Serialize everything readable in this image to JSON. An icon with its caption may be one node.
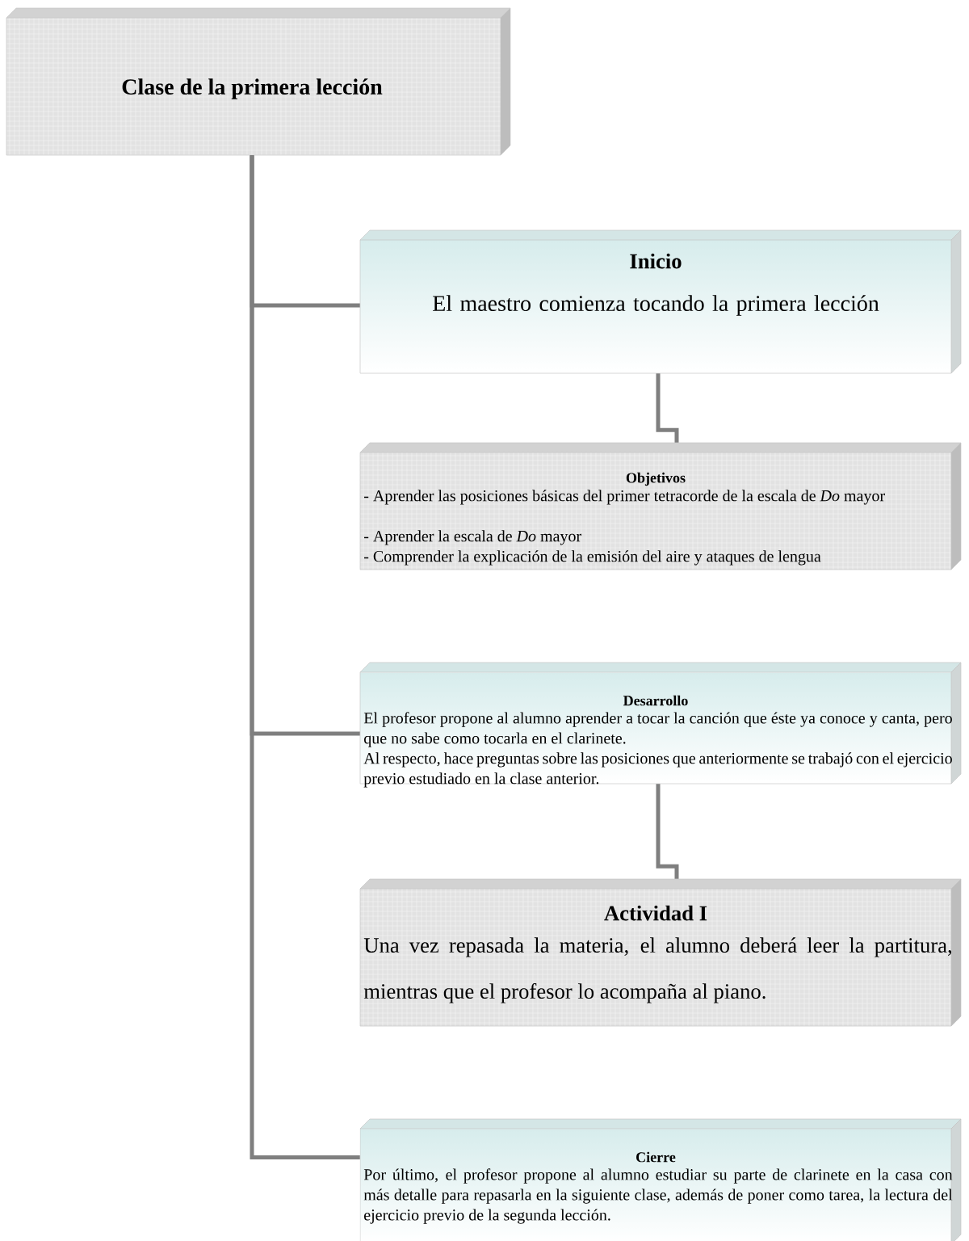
{
  "diagram": {
    "nodes": [
      {
        "text": [
          "Clase de la primera lección"
        ]
      },
      {
        "text": [
          "Inicio",
          "El maestro comienza tocando la primera lección"
        ]
      },
      {
        "text": [
          "Objetivos",
          "- Aprender las posiciones básicas del primer tetracorde de la escala de *Do* mayor",
          "- Aprender la escala de *Do* mayor",
          "- Comprender la explicación de la emisión del aire y ataques de lengua"
        ]
      },
      {
        "text": [
          "Desarrollo",
          "El profesor propone al alumno aprender a tocar la canción que éste ya conoce y canta, pero que no sabe como tocarla en el clarinete.",
          "Al respecto, hace preguntas sobre las posiciones que anteriormente se trabajó con el ejercicio previo estudiado en la clase anterior."
        ]
      },
      {
        "text": [
          "Actividad I",
          "Una vez repasada la materia, el alumno deberá leer la partitura, mientras que el profesor lo acompaña al piano."
        ]
      },
      {
        "text": [
          "Cierre",
          "Por último, el profesor propone al alumno estudiar su parte de clarinete en la casa con más detalle para repasarla en la siguiente clase, además de poner como tarea, la lectura del ejercicio previo de la segunda lección."
        ]
      }
    ],
    "edges": [
      {
        "from": 0,
        "to": 1,
        "arrow": "none"
      },
      {
        "from": 0,
        "to": 3,
        "arrow": "none"
      },
      {
        "from": 0,
        "to": 5,
        "arrow": "none"
      },
      {
        "from": 1,
        "to": 2,
        "arrow": "none"
      },
      {
        "from": 3,
        "to": 4,
        "arrow": "none"
      }
    ]
  }
}
